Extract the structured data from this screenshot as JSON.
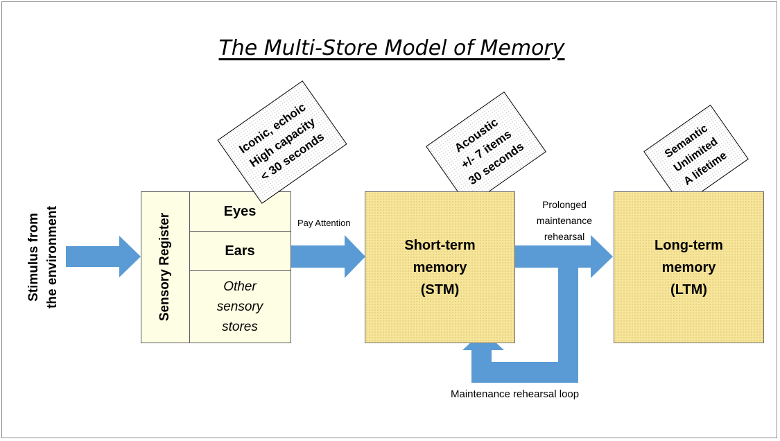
{
  "title": "The Multi-Store Model of Memory",
  "stimulus": {
    "line1": "Stimulus from",
    "line2": "the environment"
  },
  "sensory_register": {
    "label": "Sensory Register",
    "cells": {
      "eyes": "Eyes",
      "ears": "Ears",
      "other": [
        "Other",
        "sensory",
        "stores"
      ]
    }
  },
  "notes": {
    "sensory": [
      "Iconic, echoic",
      "High capacity",
      "< 30 seconds"
    ],
    "stm": [
      "Acoustic",
      "+/- 7 items",
      "30 seconds"
    ],
    "ltm": [
      "Semantic",
      "Unlimited",
      "A lifetime"
    ]
  },
  "stm": [
    "Short-term",
    "memory",
    "(STM)"
  ],
  "ltm": [
    "Long-term",
    "memory",
    "(LTM)"
  ],
  "labels": {
    "pay_attention": "Pay Attention",
    "prolonged": [
      "Prolonged",
      "maintenance",
      "rehearsal"
    ],
    "loop": "Maintenance rehearsal loop"
  },
  "colors": {
    "arrow": "#5b9bd5",
    "store_fill": "#f7e59a",
    "register_fill": "#fefee4"
  }
}
